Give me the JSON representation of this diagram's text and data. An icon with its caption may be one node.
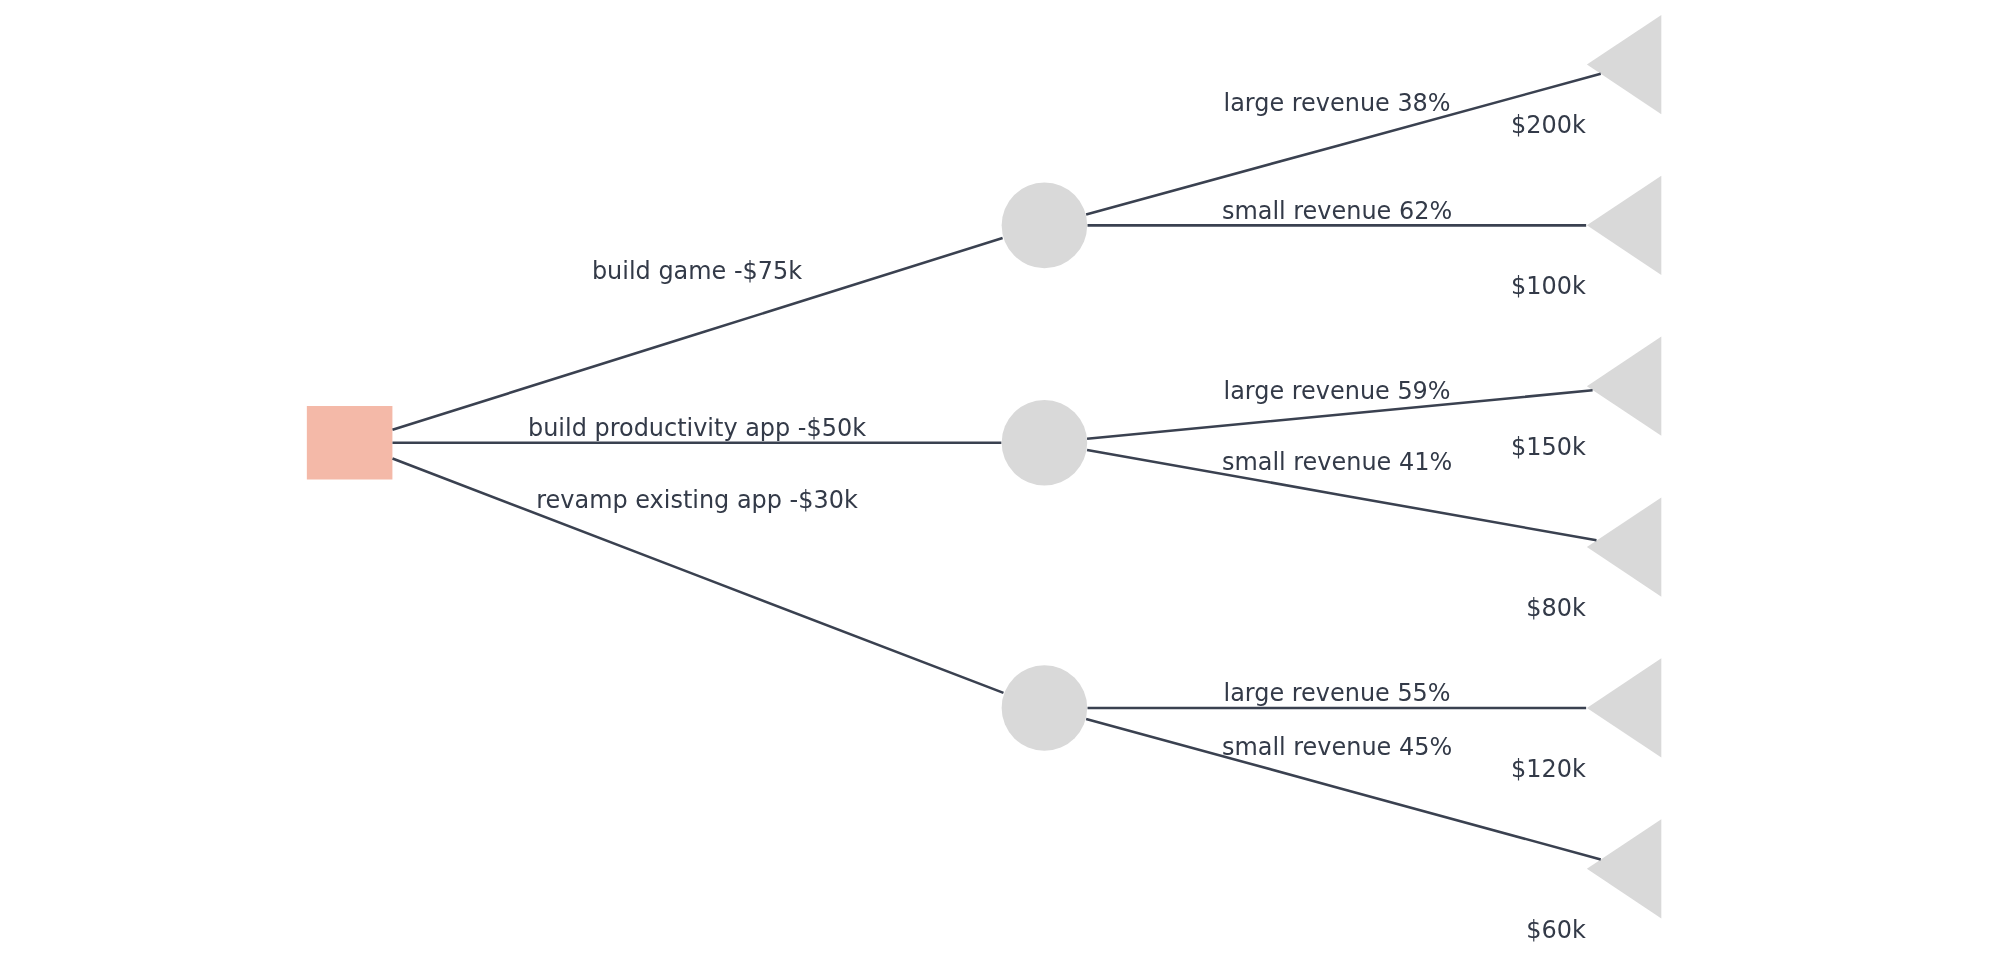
{
  "diagram": {
    "nodes": [
      {
        "text": [],
        "shape": "box"
      },
      {
        "text": [],
        "shape": "circle"
      },
      {
        "text": [],
        "shape": "circle"
      },
      {
        "text": [],
        "shape": "circle"
      },
      {
        "text": [],
        "shape": "triangle",
        "beside": [
          "$200k"
        ]
      },
      {
        "text": [],
        "shape": "triangle",
        "beside": [
          "$100k"
        ]
      },
      {
        "text": [],
        "shape": "triangle",
        "beside": [
          "$150k"
        ]
      },
      {
        "text": [],
        "shape": "triangle",
        "beside": [
          "$80k"
        ]
      },
      {
        "text": [],
        "shape": "triangle",
        "beside": [
          "$120k"
        ]
      },
      {
        "text": [],
        "shape": "triangle",
        "beside": [
          "$60k"
        ]
      }
    ],
    "edges": [
      {
        "from": 0,
        "to": 1,
        "arrow": "none",
        "label": "build game -$75k"
      },
      {
        "from": 0,
        "to": 2,
        "arrow": "none",
        "label": "build productivity app -$50k"
      },
      {
        "from": 0,
        "to": 3,
        "arrow": "none",
        "label": "revamp existing app -$30k"
      },
      {
        "from": 1,
        "to": 4,
        "arrow": "none",
        "label": "large revenue 38%"
      },
      {
        "from": 1,
        "to": 5,
        "arrow": "none",
        "label": "small revenue 62%"
      },
      {
        "from": 2,
        "to": 6,
        "arrow": "none",
        "label": "large revenue 59%"
      },
      {
        "from": 2,
        "to": 7,
        "arrow": "none",
        "label": "small revenue 41%"
      },
      {
        "from": 3,
        "to": 8,
        "arrow": "none",
        "label": "large revenue 55%"
      },
      {
        "from": 3,
        "to": 9,
        "arrow": "none",
        "label": "small revenue 45%"
      }
    ]
  }
}
